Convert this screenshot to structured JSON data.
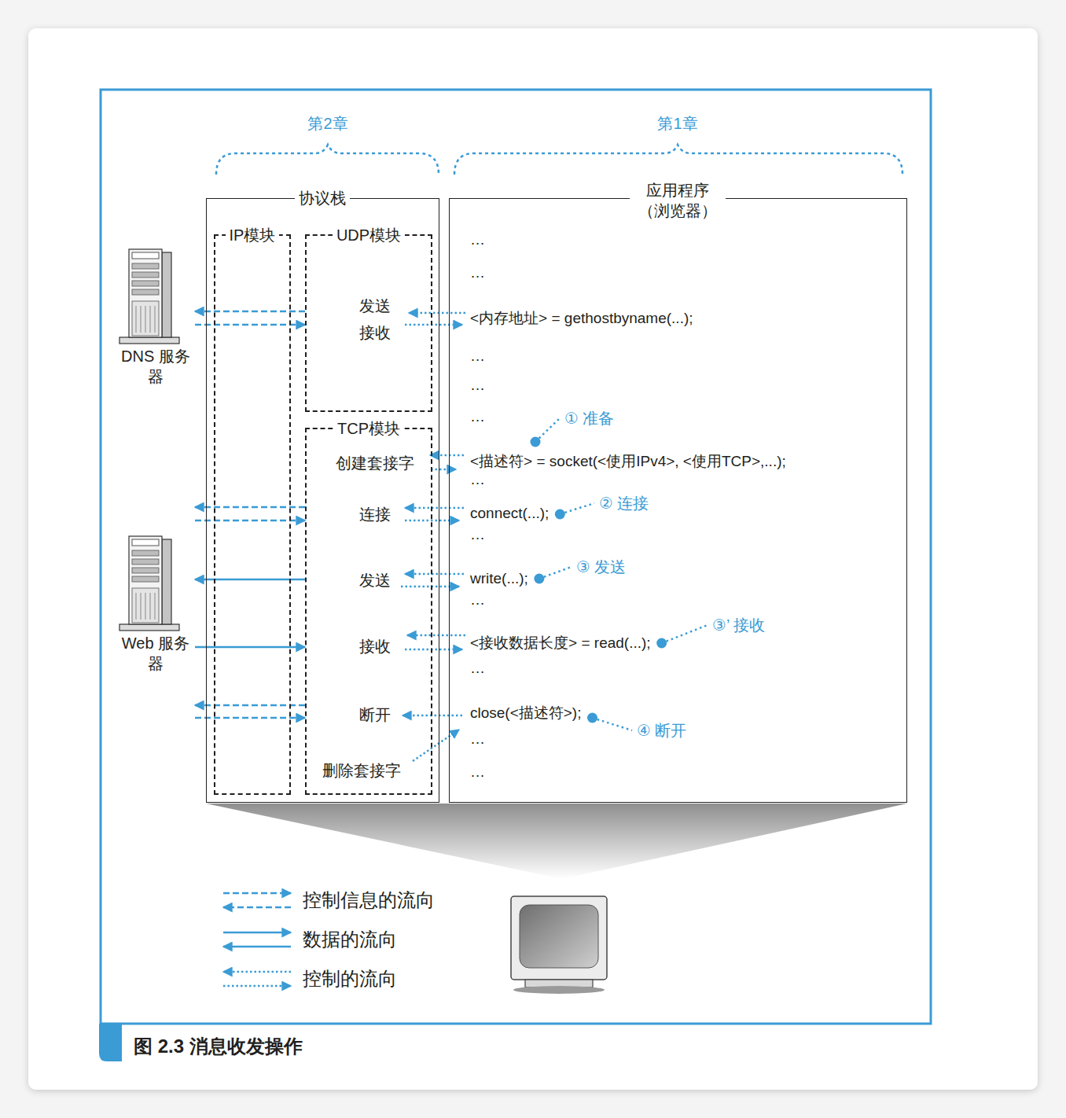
{
  "diagram": {
    "caption": "图 2.3 消息收发操作",
    "nodes": [
      {
        "text": [
          "DNS 服务器"
        ]
      },
      {
        "text": [
          "Web 服务器"
        ]
      },
      {
        "text": [
          "协议栈"
        ]
      },
      {
        "text": [
          "IP模块"
        ],
        "in": 2
      },
      {
        "text": [
          "UDP模块"
        ],
        "in": 2
      },
      {
        "text": [
          "TCP模块"
        ],
        "in": 2
      },
      {
        "text": [
          "应用程序 （浏览器）"
        ]
      }
    ],
    "edges": [
      {
        "from": 4,
        "to": 0,
        "arrow": "to"
      },
      {
        "from": 0,
        "to": 4,
        "arrow": "to"
      },
      {
        "from": 5,
        "to": 1,
        "arrow": "to"
      },
      {
        "from": 1,
        "to": 5,
        "arrow": "to"
      },
      {
        "from": 5,
        "to": 1,
        "arrow": "to"
      },
      {
        "from": 1,
        "to": 5,
        "arrow": "to"
      },
      {
        "from": 5,
        "to": 1,
        "arrow": "to"
      },
      {
        "from": 1,
        "to": 5,
        "arrow": "to"
      }
    ],
    "labels": [
      "第2章",
      "第1章",
      "发送",
      "接收",
      "创建套接字",
      "连接",
      "发送",
      "接收",
      "断开",
      "删除套接字",
      "…",
      "…",
      "<内存地址> = gethostbyname(...);",
      "…",
      "…",
      "…",
      "<描述符> = socket(<使用IPv4>, <使用TCP>,...);",
      "…",
      "connect(...);",
      "…",
      "write(...);",
      "…",
      "<接收数据长度> = read(...);",
      "…",
      "close(<描述符>);",
      "…",
      "…",
      "① 准备",
      "② 连接",
      "③ 发送",
      "③’ 接收",
      "④ 断开"
    ],
    "legend": [
      {
        "text": "控制信息的流向"
      },
      {
        "text": "数据的流向"
      },
      {
        "text": "控制的流向"
      }
    ]
  }
}
